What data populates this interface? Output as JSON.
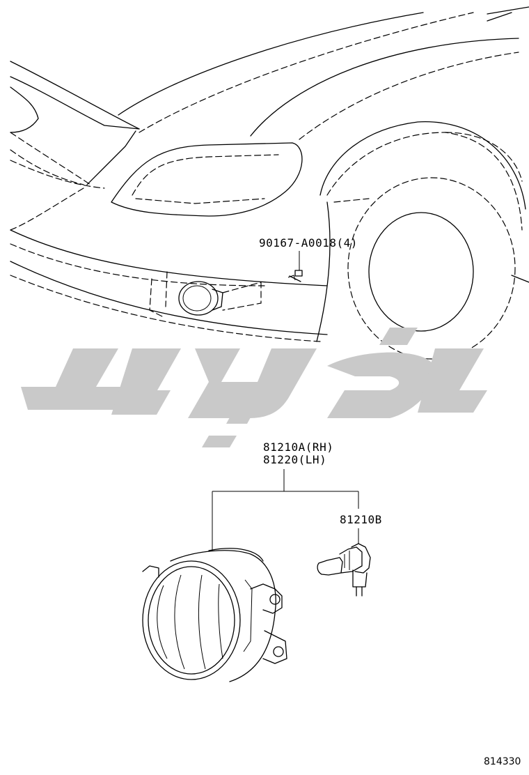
{
  "labels": {
    "bolt": "90167-A0018(4)",
    "lamp_rh": "81210A(RH)",
    "lamp_lh": "81220(LH)",
    "bulb": "81210B"
  },
  "illustration_id": "814330",
  "watermark_color": "#c9c9c9",
  "ink_color": "#000000"
}
